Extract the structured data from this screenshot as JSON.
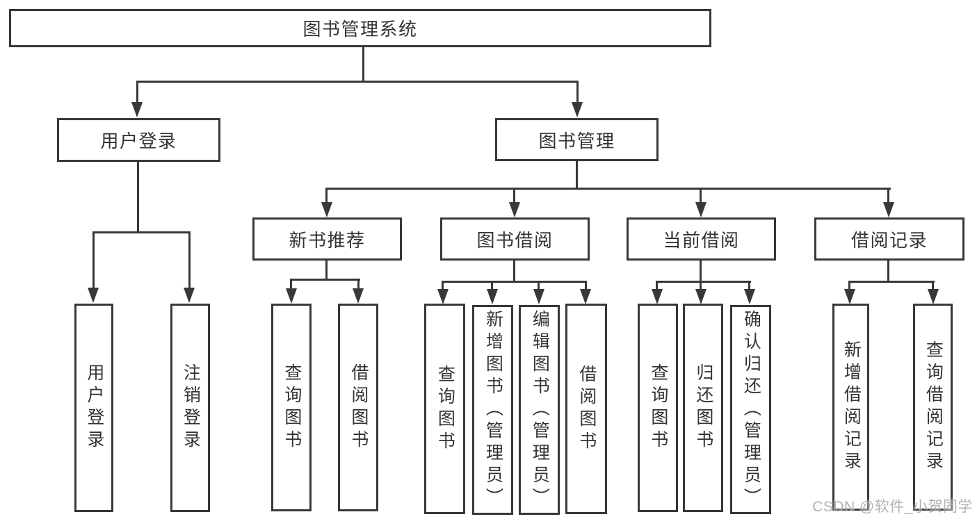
{
  "colors": {
    "line": "#383838",
    "text": "#333333",
    "watermark": "#a0a0a0",
    "bg": "#ffffff"
  },
  "tree": {
    "label": "图书管理系统",
    "children": [
      {
        "label": "用户登录",
        "children": [
          {
            "label": "用户登录"
          },
          {
            "label": "注销登录"
          }
        ]
      },
      {
        "label": "图书管理",
        "children": [
          {
            "label": "新书推荐",
            "children": [
              {
                "label": "查询图书"
              },
              {
                "label": "借阅图书"
              }
            ]
          },
          {
            "label": "图书借阅",
            "children": [
              {
                "label": "查询图书"
              },
              {
                "label": "新增图书（管理员）"
              },
              {
                "label": "编辑图书（管理员）"
              },
              {
                "label": "借阅图书"
              }
            ]
          },
          {
            "label": "当前借阅",
            "children": [
              {
                "label": "查询图书"
              },
              {
                "label": "归还图书"
              },
              {
                "label": "确认归还（管理员）"
              }
            ]
          },
          {
            "label": "借阅记录",
            "children": [
              {
                "label": "新增借阅记录"
              },
              {
                "label": "查询借阅记录"
              }
            ]
          }
        ]
      }
    ]
  },
  "watermark": {
    "text": "CSDN @软件_小贺同学"
  }
}
